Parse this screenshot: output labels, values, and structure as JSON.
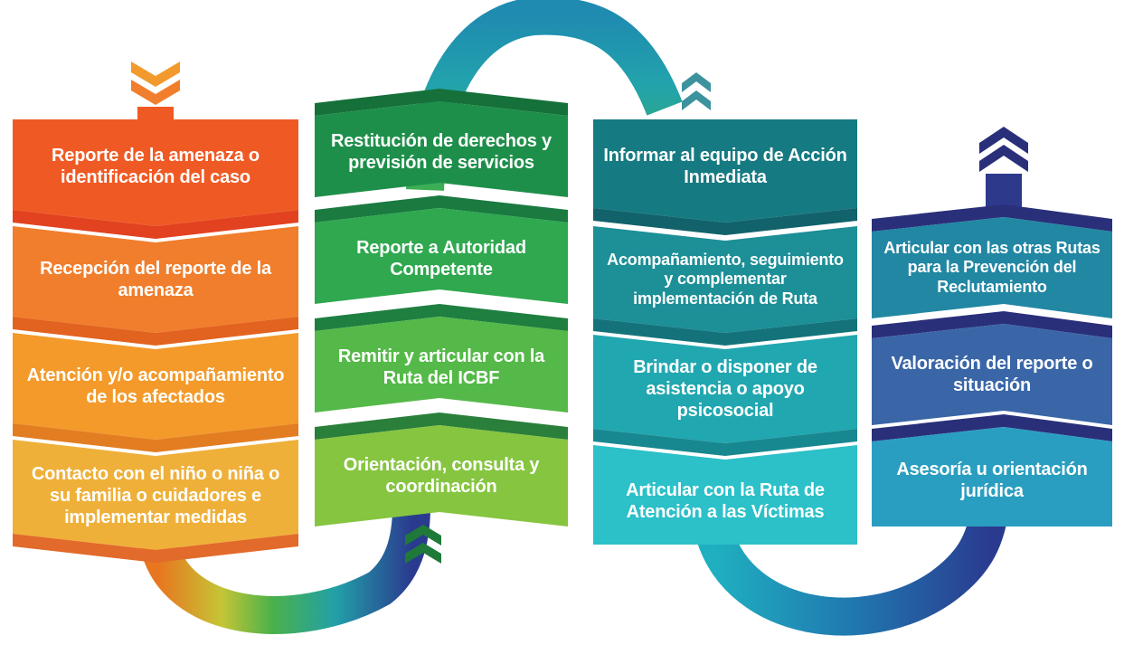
{
  "colors": {
    "orange": [
      "#ef5a24",
      "#f07e2c",
      "#f39a2a",
      "#efb03a"
    ],
    "green": [
      "#1e8f4a",
      "#2fa84f",
      "#54b948",
      "#86c540"
    ],
    "teal": [
      "#167a82",
      "#1c8f97",
      "#21a7b0",
      "#2cc0c8"
    ],
    "navy": [
      "#2187a3",
      "#3a66a8",
      "#2a9ec0"
    ],
    "band_gradient": [
      "#e8761f",
      "#c5c536",
      "#4ab14a",
      "#22a0a8",
      "#2a3b8f"
    ]
  },
  "columns": [
    {
      "id": "orange",
      "items": [
        {
          "text": "Reporte de la amenaza o identificación del caso"
        },
        {
          "text": "Recepción del reporte de la amenaza"
        },
        {
          "text": "Atención y/o acompañamiento de los afectados"
        },
        {
          "text": "Contacto con el niño o niña o su familia o cuidadores e implementar medidas"
        }
      ]
    },
    {
      "id": "green",
      "items": [
        {
          "text": "Restitución de derechos y previsión de servicios"
        },
        {
          "text": "Reporte a Autoridad Competente"
        },
        {
          "text": "Remitir y articular con la Ruta del ICBF"
        },
        {
          "text": "Orientación, consulta y coordinación"
        }
      ]
    },
    {
      "id": "teal",
      "items": [
        {
          "text": "Informar al equipo de Acción Inmediata"
        },
        {
          "text": "Acompañamiento, seguimiento y complementar implementación de Ruta"
        },
        {
          "text": "Brindar o disponer de asistencia o apoyo psicosocial"
        },
        {
          "text": "Articular con la Ruta de Atención a las Víctimas"
        }
      ]
    },
    {
      "id": "navy",
      "items": [
        {
          "text": "Articular con las otras Rutas para la Prevención del Reclutamiento"
        },
        {
          "text": "Valoración del reporte o situación"
        },
        {
          "text": "Asesoría u orientación jurídica"
        }
      ]
    }
  ]
}
